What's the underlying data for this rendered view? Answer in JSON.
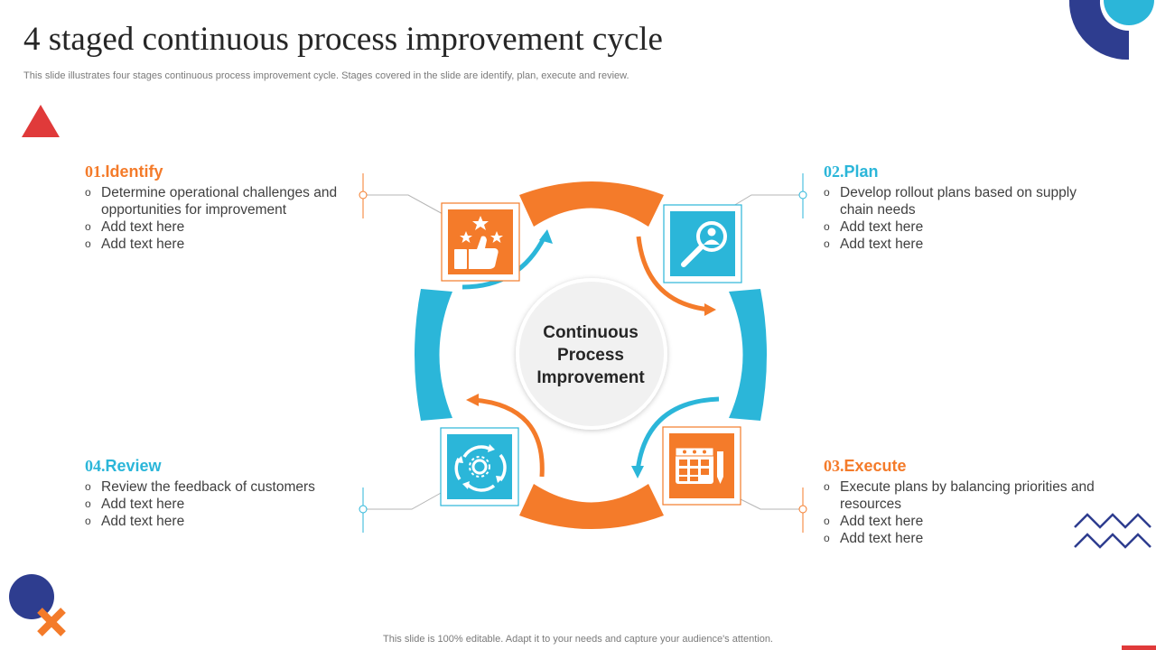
{
  "header": {
    "title": "4 staged continuous process improvement cycle",
    "subtitle": "This slide illustrates four stages continuous process improvement cycle. Stages covered in the slide are identify, plan, execute and review."
  },
  "center": {
    "line1": "Continuous",
    "line2": "Process",
    "line3": "Improvement"
  },
  "stages": {
    "identify": {
      "number": "01.",
      "name": "Identify",
      "icon": "thumbs-up-stars-icon",
      "bullets": [
        "Determine operational challenges and opportunities for improvement",
        "Add text here",
        "Add text here"
      ]
    },
    "plan": {
      "number": "02.",
      "name": "Plan",
      "icon": "magnifier-user-icon",
      "bullets": [
        "Develop rollout plans based on supply chain needs",
        "Add text here",
        "Add text here"
      ]
    },
    "execute": {
      "number": "03.",
      "name": "Execute",
      "icon": "calendar-pencil-icon",
      "bullets": [
        "Execute plans by balancing priorities and resources",
        "Add text here",
        "Add text here"
      ]
    },
    "review": {
      "number": "04.",
      "name": "Review",
      "icon": "cycle-gear-icon",
      "bullets": [
        "Review the feedback of customers",
        "Add text here",
        "Add text here"
      ]
    }
  },
  "bullet_mark": "o",
  "footer": "This slide is 100% editable. Adapt it to your needs and capture your audience's attention.",
  "colors": {
    "orange": "#f47b2a",
    "blue": "#2bb6d9",
    "navy": "#2e3d8f",
    "red": "#e03a3a"
  }
}
